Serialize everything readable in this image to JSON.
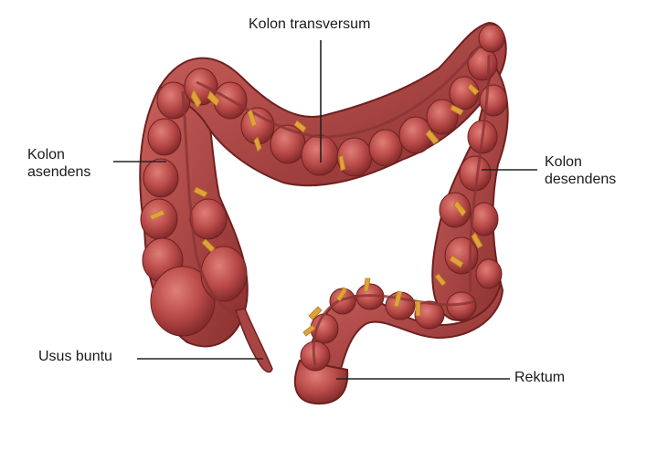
{
  "labels": {
    "transversum": "Kolon transversum",
    "asendens_1": "Kolon",
    "asendens_2": "asendens",
    "desendens_1": "Kolon",
    "desendens_2": "desendens",
    "usus_buntu": "Usus buntu",
    "rektum": "Rektum"
  },
  "colors": {
    "tissue": "#b84a48",
    "tissue_dark": "#7a2526",
    "tissue_light": "#d7706a",
    "fat": "#e0a23a",
    "leader": "#222222"
  }
}
